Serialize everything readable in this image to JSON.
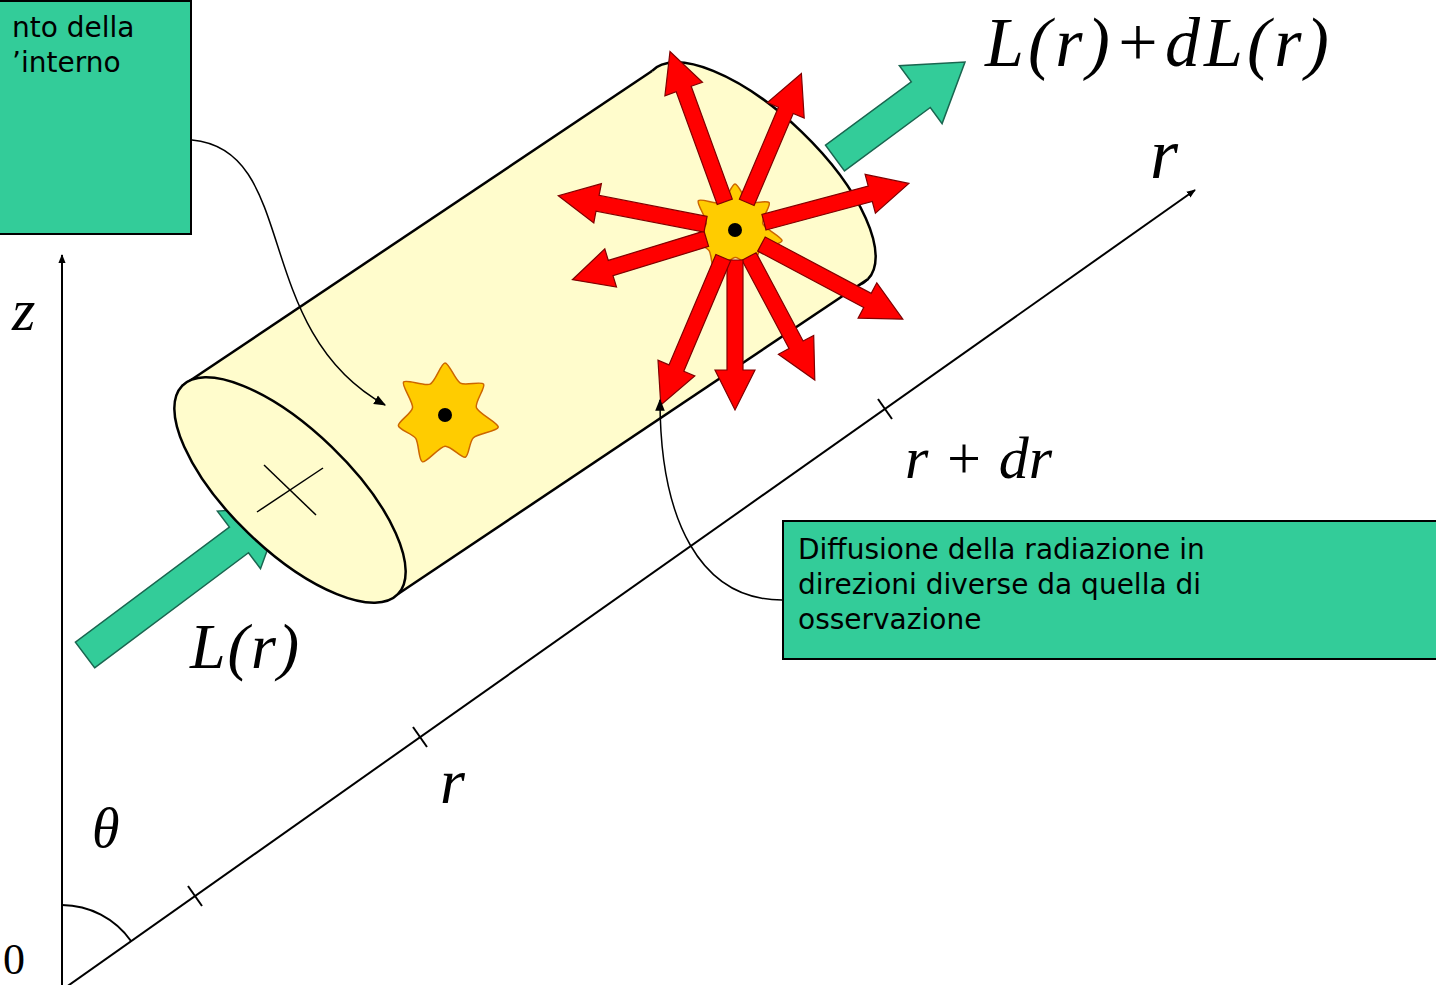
{
  "diagram": {
    "nodes": [
      {
        "text": [
          "nto della ’interno"
        ]
      },
      {
        "text": [
          "Diffusione della radiazione in direzioni diverse da quella di osservazione"
        ]
      }
    ],
    "labels": [
      "L(r)+dL(r)",
      "r",
      "r + dr",
      "L(r)",
      "r",
      "z",
      "θ",
      "0"
    ]
  }
}
